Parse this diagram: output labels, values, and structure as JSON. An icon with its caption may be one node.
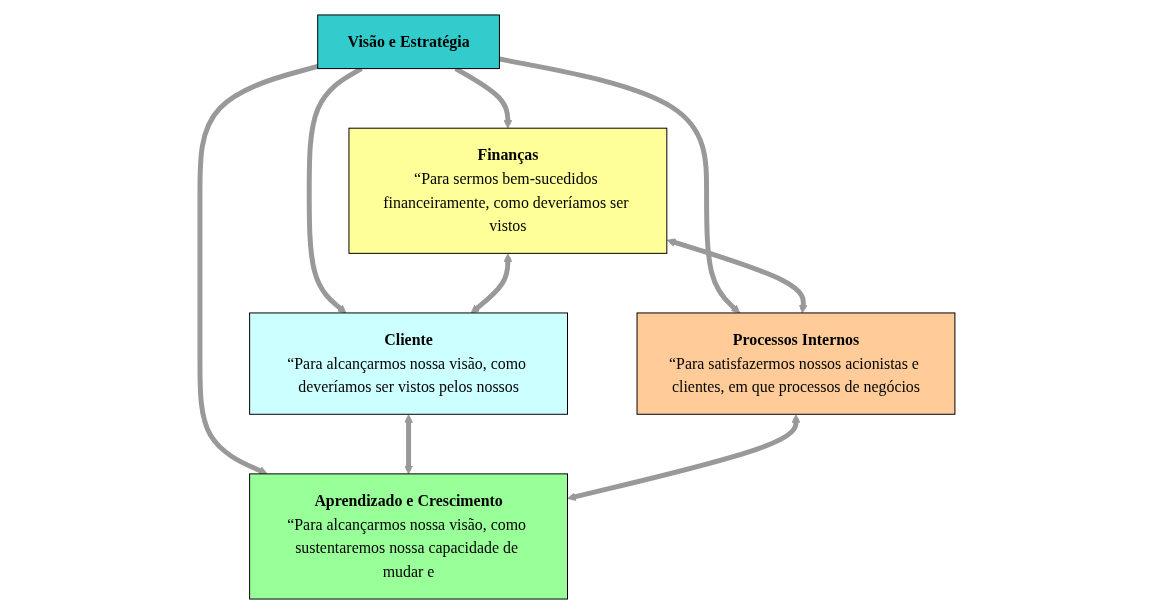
{
  "diagram": {
    "nodes": [
      {
        "text": [
          "Finanças",
          "“Para sermos bem-sucedidos financeiramente, como deveríamos ser vistos"
        ]
      },
      {
        "text": [
          "Cliente",
          "“Para alcançarmos nossa visão, como deveríamos ser vistos pelos nossos"
        ]
      },
      {
        "text": [
          "Visão e Estratégia"
        ]
      },
      {
        "text": [
          "Processos Internos",
          "“Para satisfazermos nossos acionistas e clientes, em que processos de negócios"
        ]
      },
      {
        "text": [
          "Aprendizado e Crescimento",
          "“Para alcançarmos nossa visão, como sustentaremos nossa capacidade de mudar e"
        ]
      }
    ],
    "edges": [
      {
        "from": 2,
        "to": 0,
        "arrow": "to"
      },
      {
        "from": 2,
        "to": 1,
        "arrow": "to"
      },
      {
        "from": 2,
        "to": 3,
        "arrow": "to"
      },
      {
        "from": 2,
        "to": 4,
        "arrow": "to"
      },
      {
        "from": 0,
        "to": 1,
        "arrow": "both"
      },
      {
        "from": 0,
        "to": 3,
        "arrow": "both"
      },
      {
        "from": 1,
        "to": 4,
        "arrow": "both"
      },
      {
        "from": 3,
        "to": 4,
        "arrow": "both"
      }
    ]
  }
}
